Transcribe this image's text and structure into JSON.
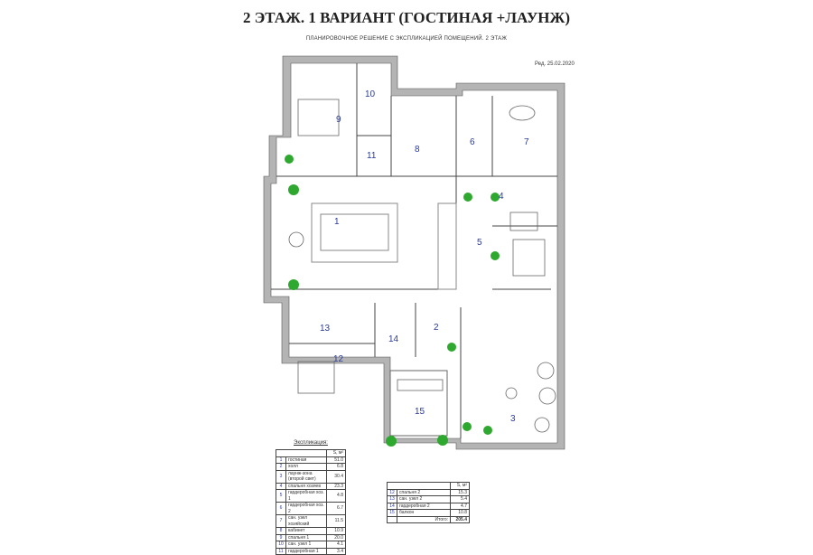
{
  "title": "2 ЭТАЖ. 1 ВАРИАНТ (ГОСТИНАЯ +ЛАУНЖ)",
  "subtitle": "ПЛАНИРОВОЧНОЕ РЕШЕНИЕ С ЭКСПЛИКАЦИЕЙ ПОМЕЩЕНИЙ. 2 ЭТАЖ",
  "revision": "Ред. 25.02.2020",
  "legend_title": "Экспликация:",
  "area_header": "S, м²",
  "rooms": [
    {
      "n": "1",
      "name": "гостиная",
      "area": "51.0"
    },
    {
      "n": "2",
      "name": "холл",
      "area": "6.8"
    },
    {
      "n": "3",
      "name": "лаунж-зона (второй свет)",
      "area": "30.4"
    },
    {
      "n": "4",
      "name": "спальня хозяев",
      "area": "23.3"
    },
    {
      "n": "5",
      "name": "гардеробная хоз. 1",
      "area": "4.8"
    },
    {
      "n": "6",
      "name": "гардеробная хоз. 2",
      "area": "6.7"
    },
    {
      "n": "7",
      "name": "сан. узел хозяйский",
      "area": "11.5"
    },
    {
      "n": "8",
      "name": "кабинет",
      "area": "10.9"
    },
    {
      "n": "9",
      "name": "спальня 1",
      "area": "20.0"
    },
    {
      "n": "10",
      "name": "сан. узел 1",
      "area": "4.1"
    },
    {
      "n": "11",
      "name": "гардеробная 1",
      "area": "3.4"
    },
    {
      "n": "12",
      "name": "спальня 2",
      "area": "15.3"
    },
    {
      "n": "13",
      "name": "сан. узел 2",
      "area": "5.4"
    },
    {
      "n": "14",
      "name": "гардеробная 2",
      "area": "4.7"
    },
    {
      "n": "15",
      "name": "балкон",
      "area": "10.8"
    }
  ],
  "total_label": "Итого:",
  "total_value": "205.4",
  "colors": {
    "wall": "#b4b4b4",
    "room_number": "#2a3a9a",
    "plant": "#2ea82e"
  }
}
